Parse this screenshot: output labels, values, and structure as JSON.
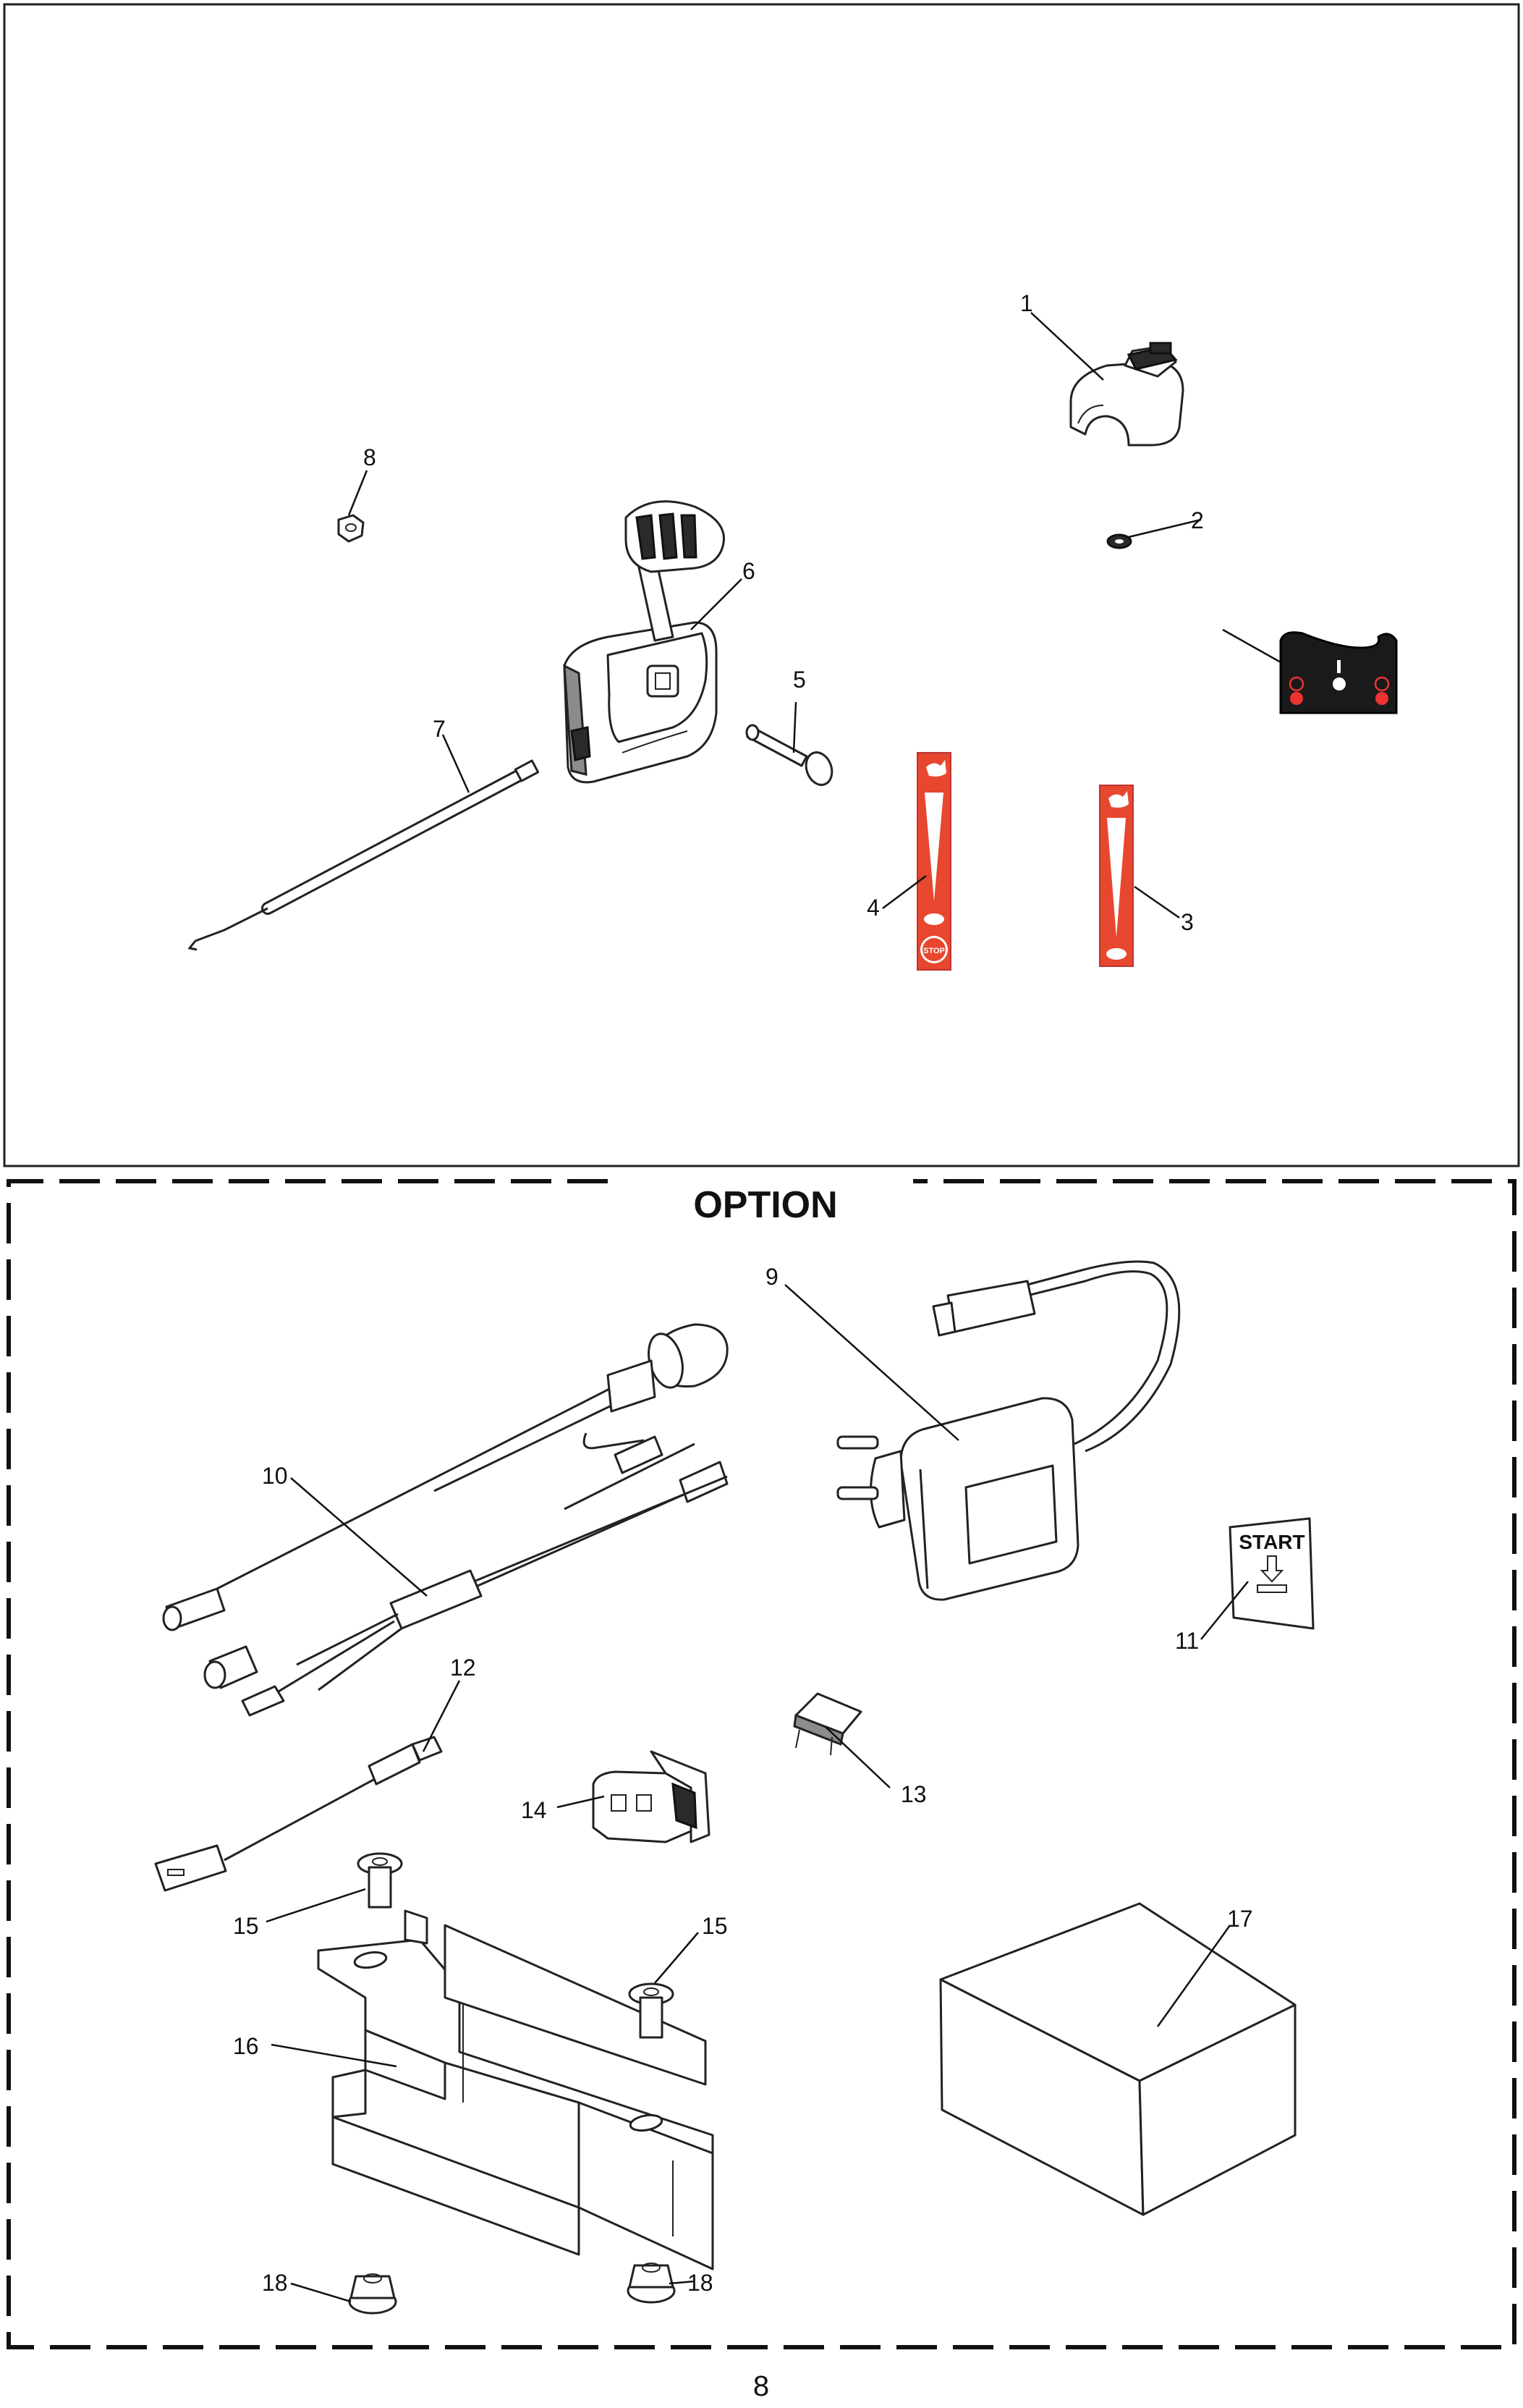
{
  "section_title": "OPTION",
  "page_number": "8",
  "callouts": {
    "c1": "1",
    "c2": "2",
    "c3": "3",
    "c4": "4",
    "c5": "5",
    "c6": "6",
    "c7": "7",
    "c8": "8",
    "c9": "9",
    "c10": "10",
    "c11": "11",
    "c12": "12",
    "c13": "13",
    "c14": "14",
    "c15a": "15",
    "c15b": "15",
    "c16": "16",
    "c17": "17",
    "c18a": "18",
    "c18b": "18"
  },
  "decals": {
    "stop_label": "STOP",
    "start_label": "START"
  },
  "colors": {
    "decal_red": "#e8472f",
    "line": "#222222",
    "panel": "#1a1a1a"
  },
  "icons": {
    "rabbit": "rabbit-icon",
    "turtle": "turtle-icon",
    "arrow": "arrow-down-icon"
  }
}
